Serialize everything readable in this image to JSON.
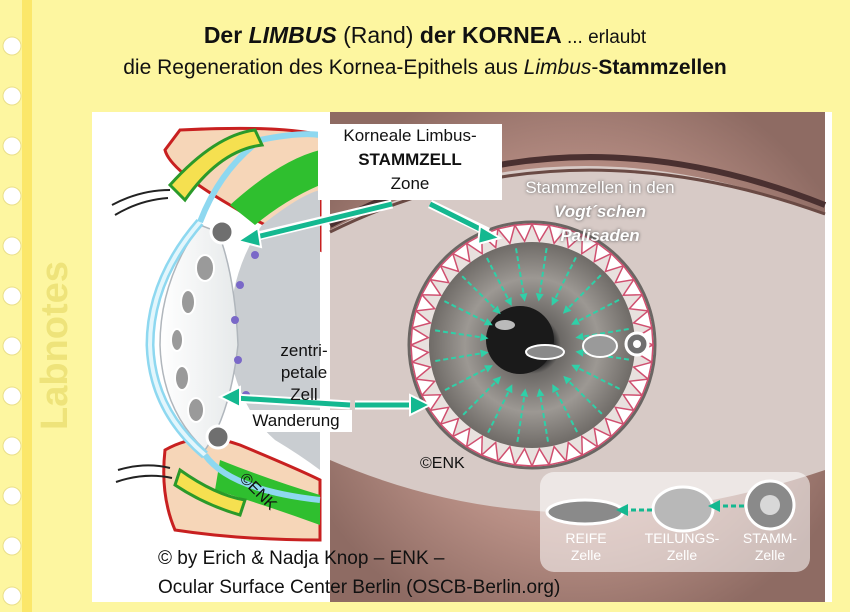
{
  "title": {
    "line1": {
      "p1": "Der ",
      "p2": "LIMBUS",
      "p3": " (Rand) ",
      "p4": "der KORNEA",
      "p5": " ... erlaubt"
    },
    "line2": {
      "p1": "die Regeneration des Kornea-Epithels aus ",
      "p2": "Limbus",
      "p3": "-",
      "p4": "Stammzellen"
    }
  },
  "side_watermark": "Labnotes",
  "zone_label": {
    "line1": "Korneale Limbus-",
    "line2": "STAMMZELL",
    "line3": "Zone"
  },
  "vogt_label": {
    "line1": "Stammzellen in den",
    "line2": "Vogt´schen",
    "line3": "Palisaden"
  },
  "migration_label": {
    "line1": "zentri-",
    "line2": "petale",
    "line3": "Zell",
    "line4": "Wanderung"
  },
  "copyright_left": "©ENK",
  "copyright_eye": "©ENK",
  "legend": {
    "mature": {
      "line1": "REIFE",
      "line2": "Zelle"
    },
    "dividing": {
      "line1": "TEILUNGS-",
      "line2": "Zelle"
    },
    "stem": {
      "line1": "STAMM-",
      "line2": "Zelle"
    }
  },
  "footer": {
    "line1": "© by Erich & Nadja Knop – ENK –",
    "line2": "Ocular Surface Center Berlin (OSCB-Berlin.org)"
  },
  "colors": {
    "page_yellow": "#fdf6a0",
    "teal": "#14b890",
    "green": "#2fbf2f",
    "skin": "#f6d6b8",
    "iris": "#8b8580",
    "arrow_pink": "#d05070"
  }
}
